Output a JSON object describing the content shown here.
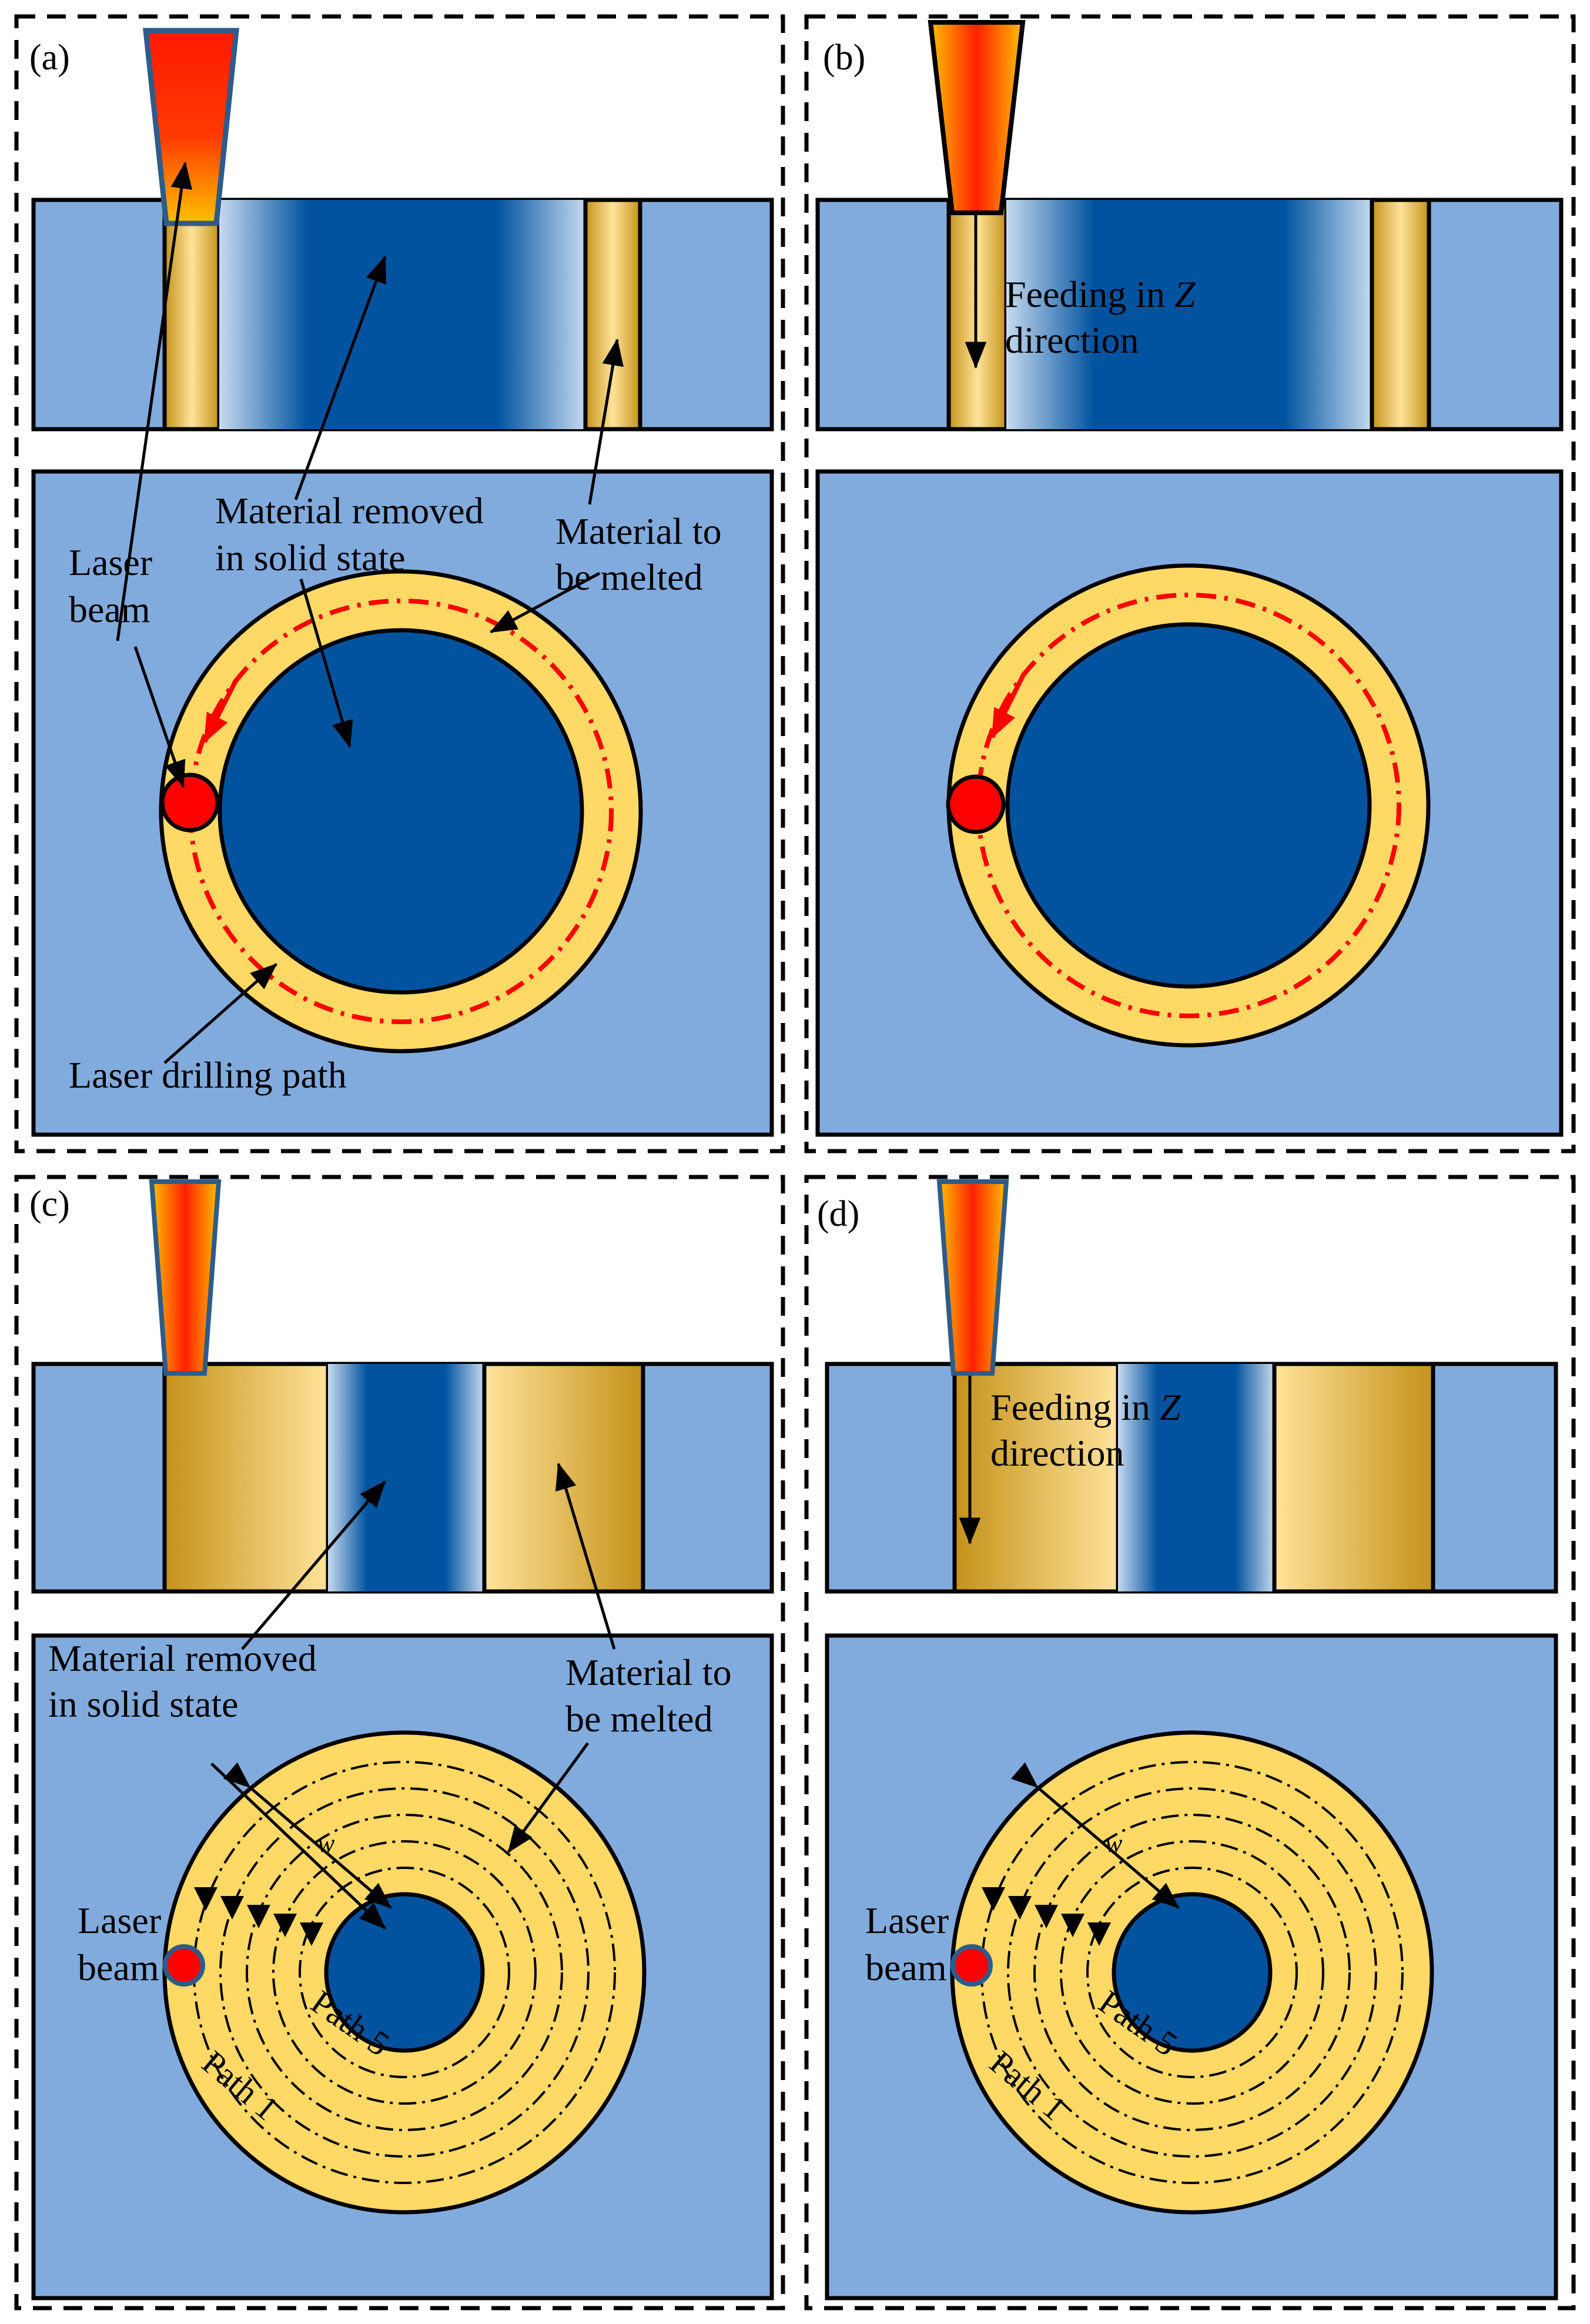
{
  "panels": {
    "a": {
      "label": "(a)",
      "labels": {
        "laser_beam": [
          "Laser",
          "beam"
        ],
        "material_removed": [
          "Material removed",
          "in solid state"
        ],
        "material_melted": [
          "Material to",
          "be melted"
        ],
        "drilling_path": "Laser drilling path"
      }
    },
    "b": {
      "label": "(b)",
      "feeding": [
        "Feeding in ",
        "Z",
        "direction"
      ]
    },
    "c": {
      "label": "(c)",
      "labels": {
        "material_removed": [
          "Material removed",
          "in solid state"
        ],
        "material_melted": [
          "Material to",
          "be melted"
        ],
        "laser_beam": [
          "Laser",
          "beam"
        ],
        "path_inner": "Path 5",
        "path_outer": "Path 1",
        "width": "w"
      }
    },
    "d": {
      "label": "(d)",
      "feeding": [
        "Feeding in ",
        "Z",
        "direction"
      ],
      "labels": {
        "laser_beam": [
          "Laser",
          "beam"
        ],
        "path_inner": "Path 5",
        "path_outer": "Path 1",
        "width": "w"
      }
    }
  },
  "colors": {
    "workpiece": "#82ABDD",
    "core": "#02539F",
    "ring": "#FFD966",
    "gold_dark": "#C4921A",
    "gold_light": "#FFE399",
    "laser_red": "#FF0000",
    "path_red": "#FF0000",
    "nozzle_edge": "#2E5C8A"
  },
  "icons": {
    "laser_nozzle": "laser-nozzle-icon",
    "laser_spot": "laser-spot-icon"
  }
}
